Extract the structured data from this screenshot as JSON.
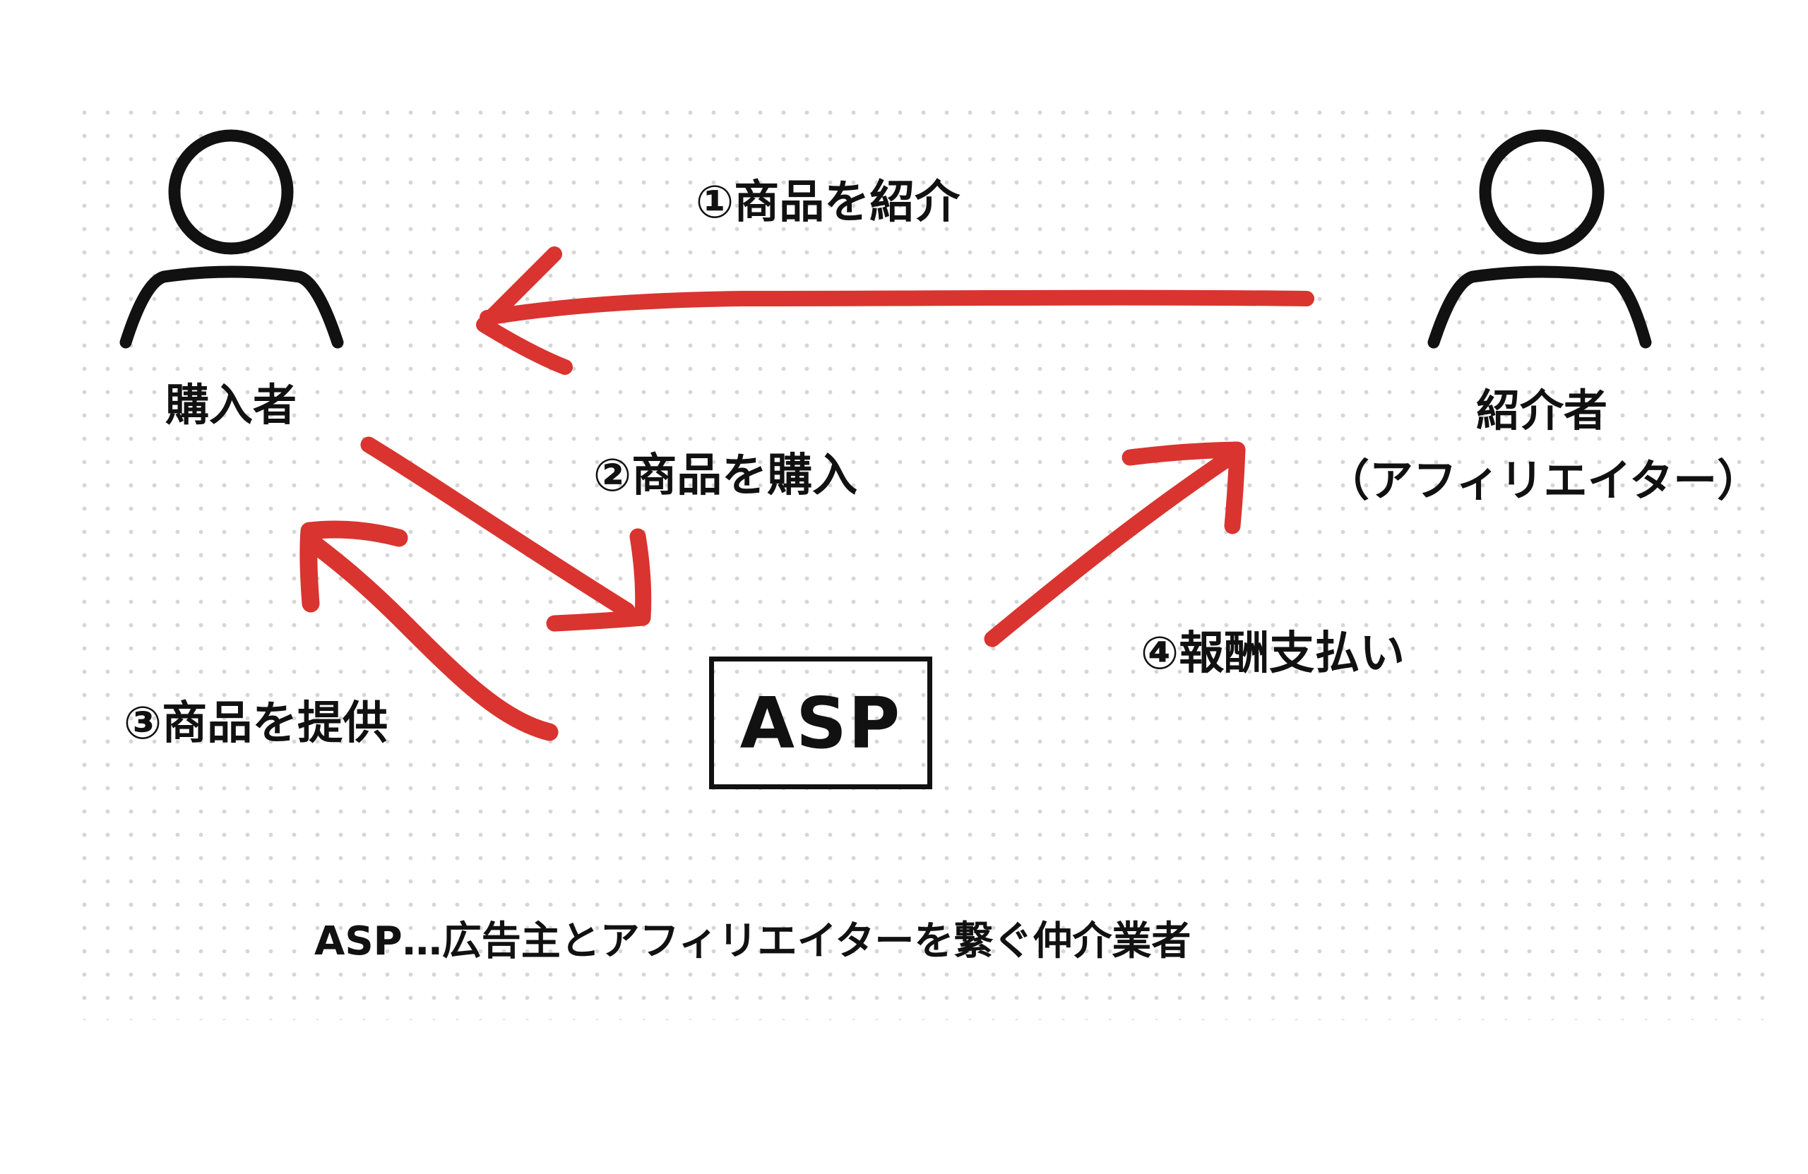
{
  "actors": {
    "buyer": "購入者",
    "referrer_line1": "紹介者",
    "referrer_line2": "（アフィリエイター）"
  },
  "steps": {
    "s1": "①商品を紹介",
    "s2": "②商品を購入",
    "s3": "③商品を提供",
    "s4": "④報酬支払い"
  },
  "asp_box_label": "ASP",
  "footnote": "ASP…広告主とアフィリエイターを繋ぐ仲介業者",
  "colors": {
    "arrow": "#d93430",
    "ink": "#111111",
    "grid_dot": "#d6d6d6"
  }
}
